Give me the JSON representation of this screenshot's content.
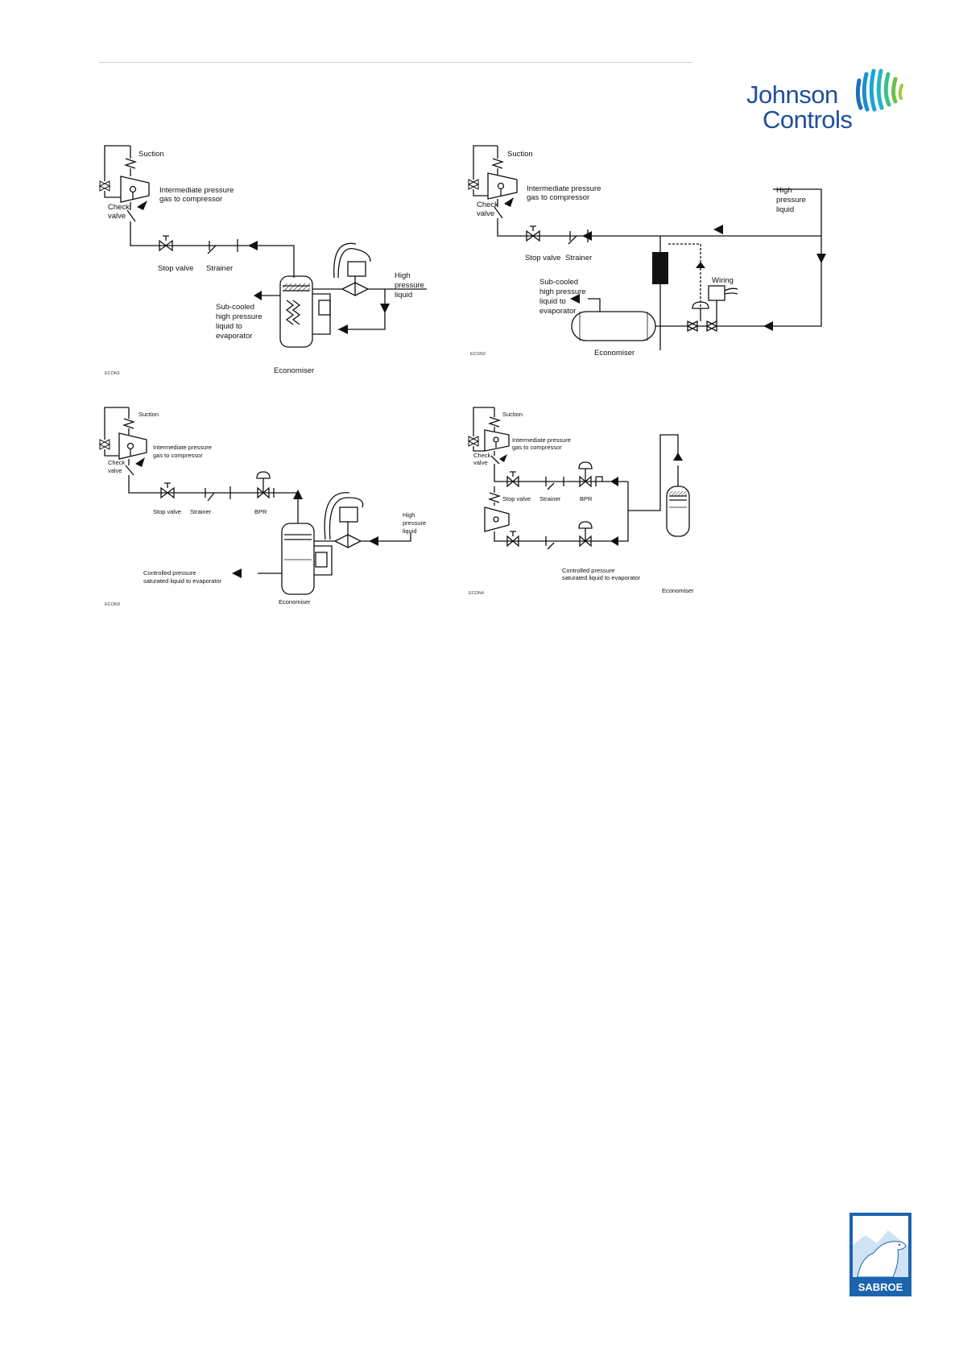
{
  "header": {
    "brand_line1": "Johnson",
    "brand_line2": "Controls",
    "brand_color": "#1f4f9c"
  },
  "diagrams": [
    {
      "code": "ECON1",
      "labels": {
        "suction": "Suction",
        "intermediate": [
          "Intermediate pressure",
          "gas to compressor"
        ],
        "check": [
          "Check",
          "valve"
        ],
        "stop": "Stop valve",
        "strainer": "Strainer",
        "high": [
          "High",
          "pressure",
          "liquid"
        ],
        "subcooled": [
          "Sub-cooled",
          "high pressure",
          "liquid to",
          "evaporator"
        ],
        "economiser": "Economiser"
      }
    },
    {
      "code": "ECON2",
      "labels": {
        "suction": "Suction",
        "intermediate": [
          "Intermediate pressure",
          "gas to compressor"
        ],
        "check": [
          "Check",
          "valve"
        ],
        "stop": "Stop valve",
        "strainer": "Strainer",
        "high": [
          "High",
          "pressure",
          "liquid"
        ],
        "wiring": "Wiring",
        "subcooled": [
          "Sub-cooled",
          "high pressure",
          "liquid to",
          "evaporator"
        ],
        "economiser": "Economiser"
      }
    },
    {
      "code": "ECON3",
      "labels": {
        "suction": "Suction",
        "intermediate": [
          "Intermediate pressure",
          "gas to compressor"
        ],
        "check": [
          "Check",
          "valve"
        ],
        "stop": "Stop valve",
        "strainer": "Strainer",
        "bpr": "BPR",
        "high": [
          "High",
          "pressure",
          "liquid"
        ],
        "controlled": [
          "Controlled pressure",
          "saturated liquid to evaporator"
        ],
        "economiser": "Economiser"
      }
    },
    {
      "code": "ECON4",
      "labels": {
        "suction": "Suction",
        "intermediate": [
          "Intermediate pressure",
          "gas to compressor"
        ],
        "check": [
          "Check",
          "valve"
        ],
        "stop": "Stop valve",
        "strainer": "Strainer",
        "bpr": "BPR",
        "controlled": [
          "Controlled pressure",
          "saturated liquid to evaporator"
        ],
        "economiser": "Economiser"
      }
    }
  ],
  "footer": {
    "sabroe_label": "SABROE",
    "sabroe_color": "#1d64ad"
  }
}
